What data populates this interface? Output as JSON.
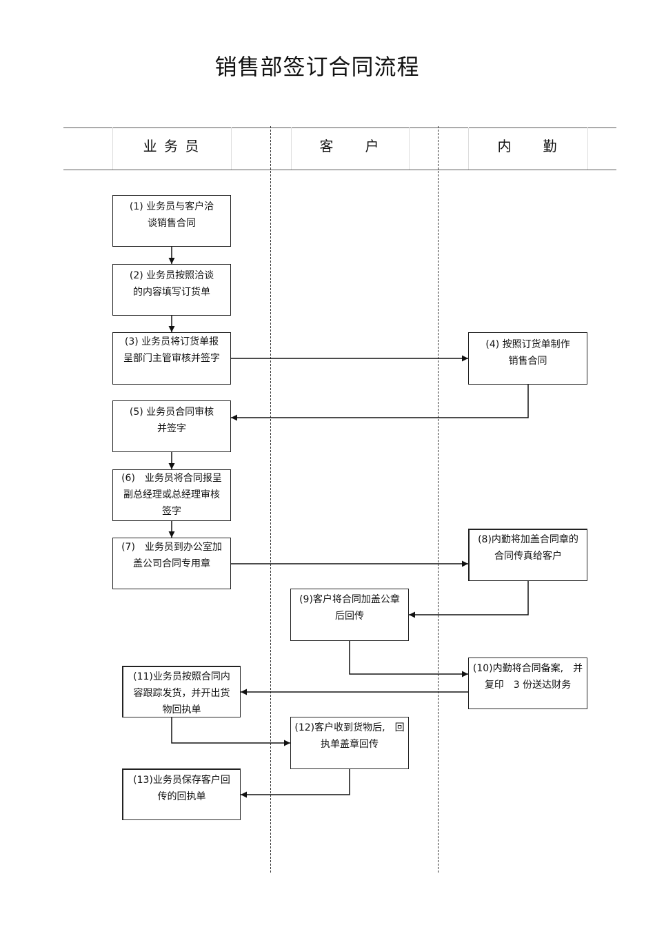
{
  "title": "销售部签订合同流程",
  "lanes": {
    "salesperson": "业 务 员",
    "customer": "客　　户",
    "internal": "内　　勤"
  },
  "steps": {
    "s1": {
      "line1": "(1) 业务员与客户洽",
      "line2": "谈销售合同",
      "line3": ""
    },
    "s2": {
      "line1": "(2) 业务员按照洽谈",
      "line2": "的内容填写订货单",
      "line3": ""
    },
    "s3": {
      "line1": "(3) 业务员将订货单报",
      "line2": "呈部门主管审核并签字",
      "line3": ""
    },
    "s4": {
      "line1": "(4) 按照订货单制作",
      "line2": "销售合同",
      "line3": ""
    },
    "s5": {
      "line1": "(5) 业务员合同审核",
      "line2": "并签字",
      "line3": ""
    },
    "s6": {
      "line1": "(6)　业务员将合同报呈",
      "line2": "副总经理或总经理审核",
      "line3": "签字"
    },
    "s7": {
      "line1": "(7)　业务员到办公室加",
      "line2": "盖公司合同专用章",
      "line3": ""
    },
    "s8": {
      "line1": "(8)内勤将加盖合同章的",
      "line2": "合同传真给客户",
      "line3": ""
    },
    "s9": {
      "line1": "(9)客户将合同加盖公章",
      "line2": "后回传",
      "line3": ""
    },
    "s10": {
      "line1": "(10)内勤将合同备案,　并",
      "line2": "复印　3 份送达财务",
      "line3": ""
    },
    "s11": {
      "line1": "(11)业务员按照合同内",
      "line2": "容跟踪发货，并开出货",
      "line3": "物回执单"
    },
    "s12": {
      "line1": "(12)客户收到货物后,　回",
      "line2": "执单盖章回传",
      "line3": ""
    },
    "s13": {
      "line1": "(13)业务员保存客户回",
      "line2": "传的回执单",
      "line3": ""
    }
  }
}
